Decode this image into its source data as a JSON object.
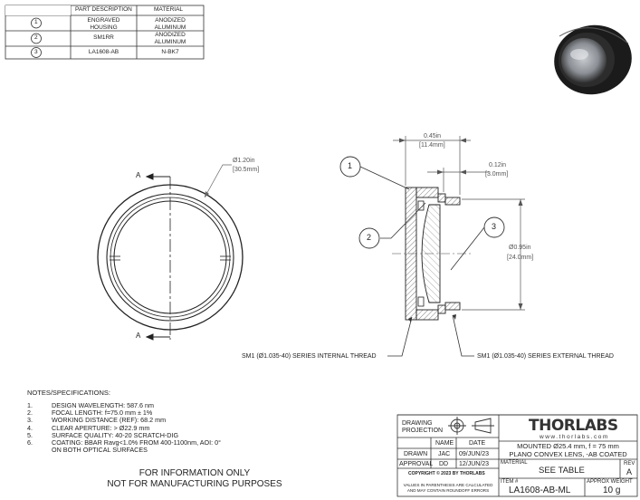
{
  "parts_table": {
    "headers": [
      "PART DESCRIPTION",
      "MATERIAL"
    ],
    "rows": [
      {
        "num": "1",
        "desc": [
          "ENGRAVED",
          "HOUSING"
        ],
        "material": [
          "ANODIZED",
          "ALUMINUM"
        ]
      },
      {
        "num": "2",
        "desc": [
          "SM1RR"
        ],
        "material": [
          "ANODIZED",
          "ALUMINUM"
        ]
      },
      {
        "num": "3",
        "desc": [
          "LA1608-AB"
        ],
        "material": [
          "N-BK7"
        ]
      }
    ]
  },
  "front_view": {
    "section_label": "A",
    "diameter": "Ø1.20in",
    "diameter_mm": "[30.5mm]"
  },
  "section_view": {
    "dim_width": "0.45in",
    "dim_width_mm": "[11.4mm]",
    "dim_lip": "0.12in",
    "dim_lip_mm": "[3.0mm]",
    "dim_aperture": "Ø0.95in",
    "dim_aperture_mm": "[24.0mm]",
    "balloons": [
      "1",
      "2",
      "3"
    ],
    "internal_thread": "SM1 (Ø1.035-40) SERIES INTERNAL THREAD",
    "external_thread": "SM1 (Ø1.035-40) SERIES EXTERNAL THREAD"
  },
  "notes": {
    "heading": "NOTES/SPECIFICATIONS:",
    "items": [
      {
        "n": "1.",
        "text": "DESIGN WAVELENGTH: 587.6 nm"
      },
      {
        "n": "2.",
        "text": "FOCAL LENGTH: f=75.0 mm ± 1%"
      },
      {
        "n": "3.",
        "text": "WORKING DISTANCE (REF): 68.2 mm"
      },
      {
        "n": "4.",
        "text": "CLEAR APERTURE: > Ø22.9 mm"
      },
      {
        "n": "5.",
        "text": "SURFACE QUALITY: 40-20 SCRATCH-DIG"
      },
      {
        "n": "6.",
        "text": "COATING: BBAR Ravg<1.0% FROM 400-1100nm, AOI: 0°"
      },
      {
        "n": "",
        "text": "ON BOTH OPTICAL SURFACES"
      }
    ]
  },
  "disclaimer": [
    "FOR INFORMATION ONLY",
    "NOT FOR MANUFACTURING PURPOSES"
  ],
  "title_block": {
    "projection_label": [
      "DRAWING",
      "PROJECTION"
    ],
    "col_name": "NAME",
    "col_date": "DATE",
    "drawn_label": "DRAWN",
    "drawn_name": "JAC",
    "drawn_date": "09/JUN/23",
    "approval_label": "APPROVAL",
    "approval_name": "DD",
    "approval_date": "12/JUN/23",
    "copyright": "COPYRIGHT © 2023 BY THORLABS",
    "units_note": [
      "VALUES IN PARENTHESIS ARE CALCULATED",
      "AND MAY CONTAIN ROUNDOFF ERRORS"
    ],
    "logo": "THORLABS",
    "website": "www.thorlabs.com",
    "description": [
      "MOUNTED Ø25.4  mm, f = 75 mm",
      "PLANO CONVEX LENS, -AB COATED"
    ],
    "material_label": "MATERIAL",
    "material_value": "SEE TABLE",
    "rev_label": "REV",
    "rev_value": "A",
    "item_label": "ITEM #",
    "item_value": "LA1608-AB-ML",
    "weight_label": "APPROX WEIGHT",
    "weight_value": "10 g"
  }
}
